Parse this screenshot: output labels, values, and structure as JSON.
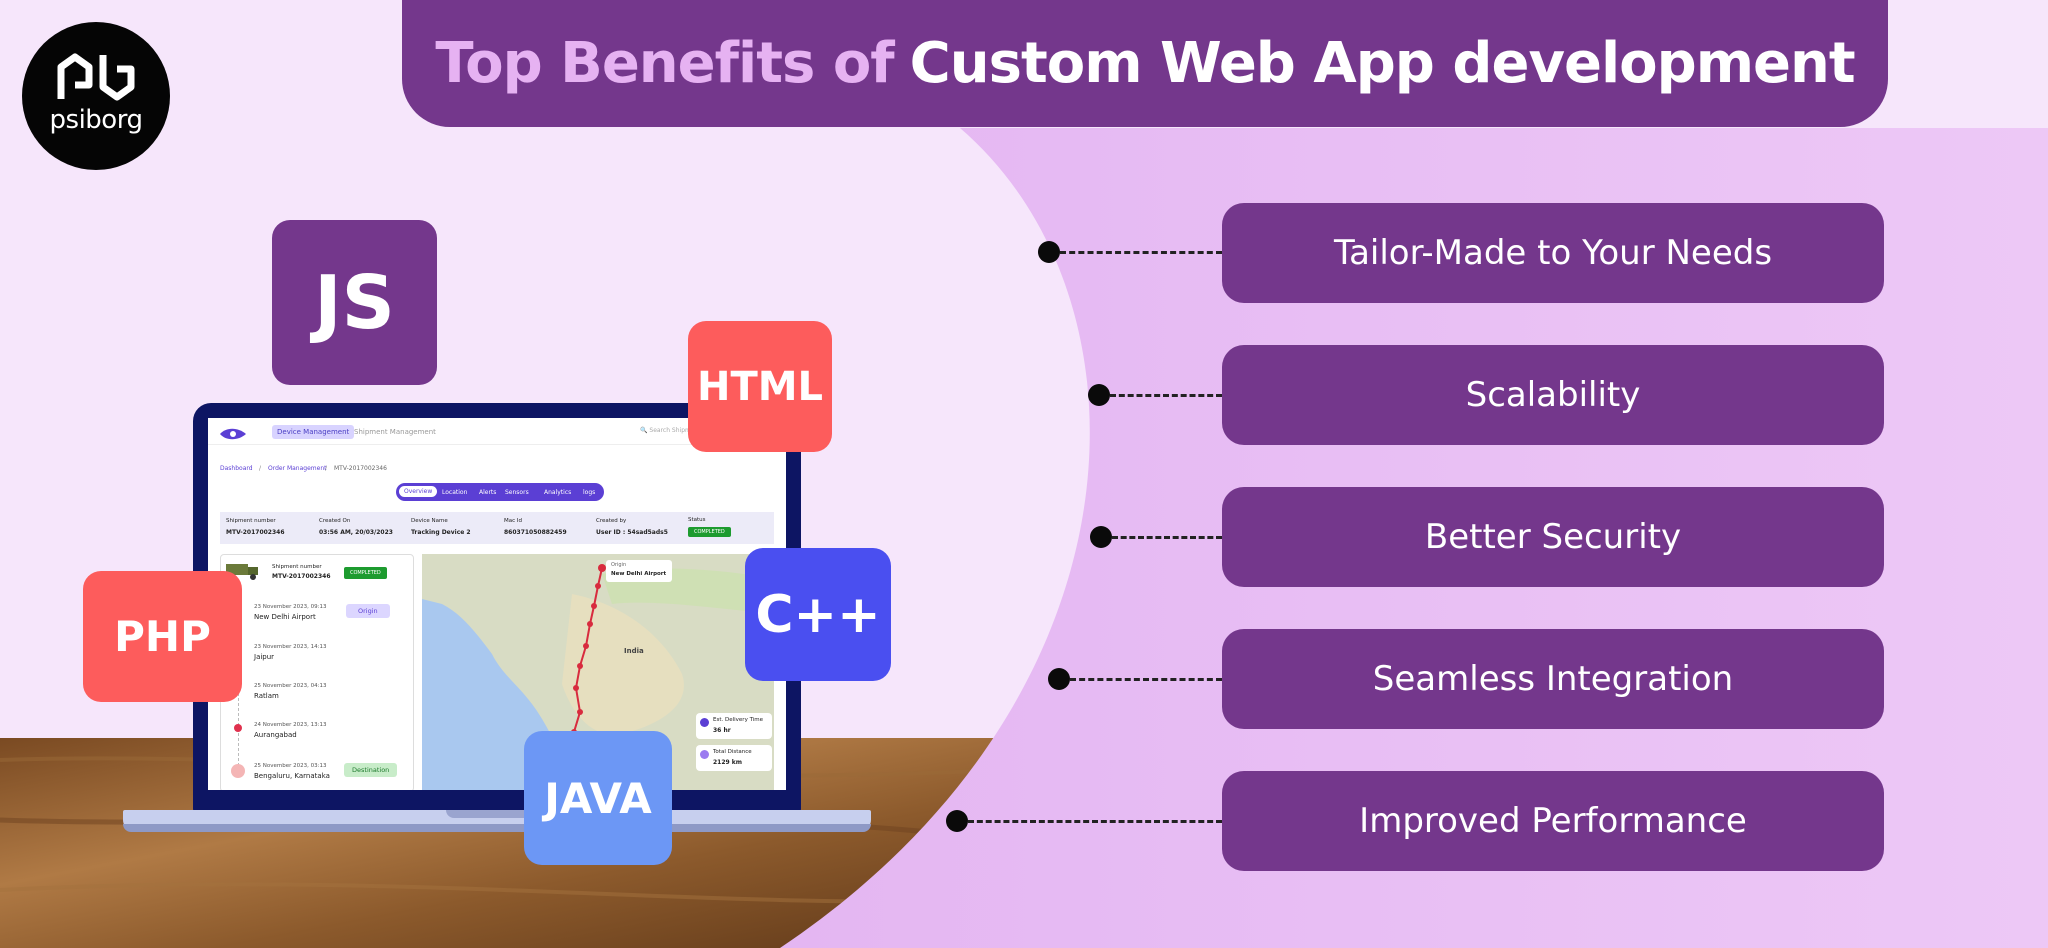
{
  "brand": {
    "name": "psiborg",
    "colors": {
      "primary": "#74378c",
      "accent": "#e6b2f2",
      "background": "#f6e6fb"
    }
  },
  "header": {
    "title_part1": "Top Benefits of",
    "title_part2": "Custom Web App development"
  },
  "benefits": [
    {
      "label": "Tailor-Made to Your Needs"
    },
    {
      "label": "Scalability"
    },
    {
      "label": "Better Security"
    },
    {
      "label": "Seamless Integration"
    },
    {
      "label": "Improved Performance"
    }
  ],
  "tech_badges": {
    "js": {
      "label": "JS",
      "color": "#74378c"
    },
    "html": {
      "label": "HTML",
      "color": "#fd5c5c"
    },
    "php": {
      "label": "PHP",
      "color": "#fd5c5c"
    },
    "cpp": {
      "label": "C++",
      "color": "#4a4ff0"
    },
    "java": {
      "label": "JAVA",
      "color": "#6c97f5"
    }
  },
  "app": {
    "nav": {
      "tab1": "Device Management",
      "tab2": "Shipment Management",
      "search": "Search Shipment"
    },
    "breadcrumb": {
      "b1": "Dashboard",
      "sep1": "/",
      "b2": "Order Management",
      "sep2": "/",
      "b3": "MTV-2017002346"
    },
    "tabs": [
      "Overview",
      "Location",
      "Alerts",
      "Sensors",
      "Analytics",
      "logs"
    ],
    "info": {
      "shipment_label": "Shipment number",
      "shipment_value": "MTV-2017002346",
      "created_label": "Created On",
      "created_value": "03:56 AM, 20/03/2023",
      "device_label": "Device Name",
      "device_value": "Tracking Device 2",
      "mac_label": "Mac Id",
      "mac_value": "860371050882459",
      "by_label": "Created by",
      "by_value": "User ID : 54sad5ads5",
      "status_label": "Status",
      "status_value": "COMPLETED"
    },
    "card": {
      "label": "Shipment number",
      "value": "MTV-2017002346",
      "status": "COMPLETED"
    },
    "stops": [
      {
        "date": "23 November 2023, 09:13",
        "place": "New Delhi Airport",
        "tag": "Origin"
      },
      {
        "date": "23 November 2023, 14:13",
        "place": "Jaipur",
        "tag": ""
      },
      {
        "date": "25 November 2023, 04:13",
        "place": "Ratlam",
        "tag": ""
      },
      {
        "date": "24 November 2023, 13:13",
        "place": "Aurangabad",
        "tag": ""
      },
      {
        "date": "25 November 2023, 03:13",
        "place": "Bengaluru, Karnataka",
        "tag": "Destination"
      }
    ],
    "map": {
      "origin_label": "Origin",
      "origin_place": "New Delhi Airport",
      "country": "India",
      "eta_label": "Est. Delivery Time",
      "eta_value": "36 hr",
      "dist_label": "Total Distance",
      "dist_value": "2129 km"
    }
  }
}
